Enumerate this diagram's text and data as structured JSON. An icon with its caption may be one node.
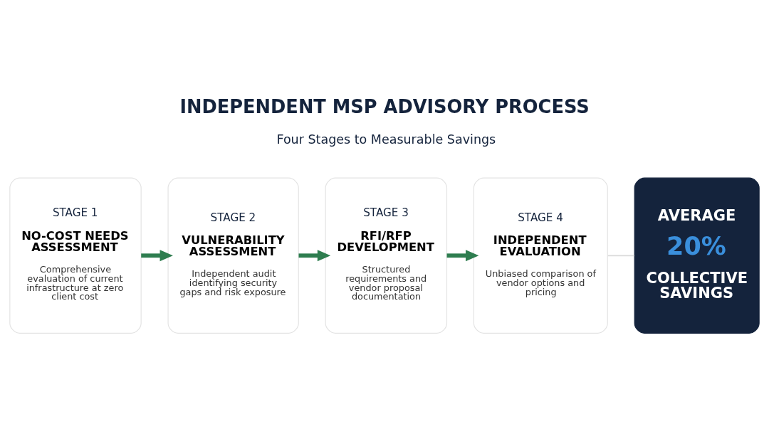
{
  "diagram": {
    "title": "INDEPENDENT MSP ADVISORY PROCESS",
    "nodes": [
      {
        "text": [
          "STAGE 1",
          "NO-COST NEEDS ASSESSMENT",
          "Comprehensive evaluation of current infrastructure at zero client cost"
        ]
      },
      {
        "text": [
          "STAGE 2",
          "VULNERABILITY ASSESSMENT",
          "Independent audit identifying security gaps and risk exposure"
        ]
      },
      {
        "text": [
          "STAGE 3",
          "RFI/RFP DEVELOPMENT",
          "Structured requirements and vendor proposal documentation"
        ]
      },
      {
        "text": [
          "STAGE 4",
          "INDEPENDENT EVALUATION",
          "Unbiased comparison of vendor options and pricing"
        ]
      },
      {
        "text": [
          "AVERAGE",
          "20%",
          "COLLECTIVE SAVINGS"
        ]
      }
    ],
    "edges": [
      {
        "from": 0,
        "to": 1,
        "arrow": "to"
      },
      {
        "from": 1,
        "to": 2,
        "arrow": "to"
      },
      {
        "from": 2,
        "to": 3,
        "arrow": "to"
      },
      {
        "from": 3,
        "to": 4,
        "arrow": "none",
        "color": "#d9d9d9"
      }
    ],
    "labels": [
      "Four Stages to Measurable Savings"
    ]
  }
}
